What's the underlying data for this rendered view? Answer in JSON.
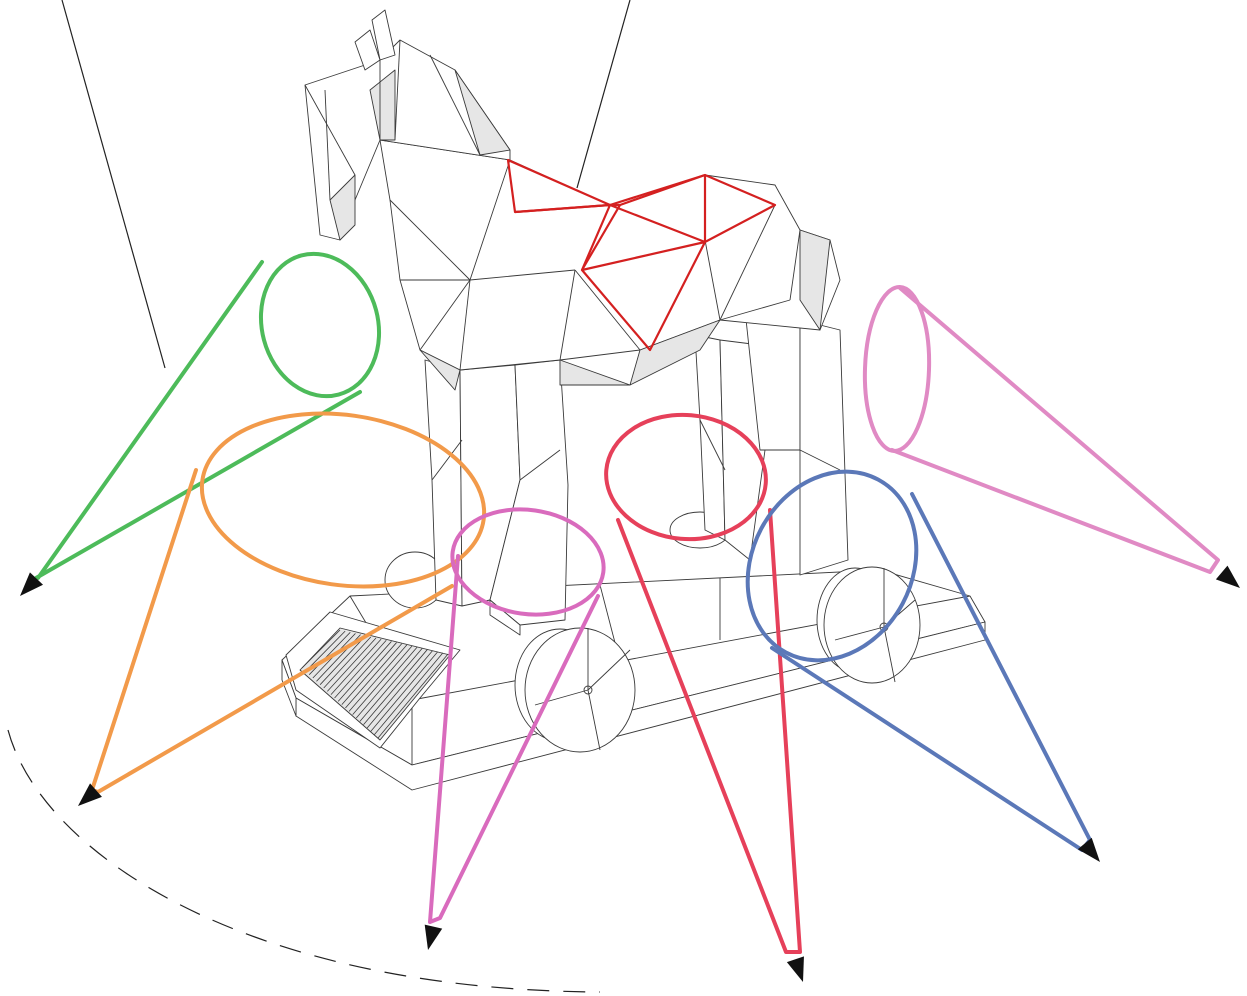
{
  "figure": {
    "background": "#ffffff",
    "model_stroke": "#3a3a3a",
    "highlight_stroke": "#d42020"
  },
  "cameras": [
    {
      "id": "cam-green",
      "color": "#4dbb5a"
    },
    {
      "id": "cam-orange",
      "color": "#f29a4a"
    },
    {
      "id": "cam-magenta",
      "color": "#d96bbd"
    },
    {
      "id": "cam-red",
      "color": "#e6405a"
    },
    {
      "id": "cam-blue",
      "color": "#5b78b8"
    },
    {
      "id": "cam-pink",
      "color": "#e08ac4"
    }
  ],
  "camera_path": {
    "style": "dashed",
    "color": "#222222"
  }
}
